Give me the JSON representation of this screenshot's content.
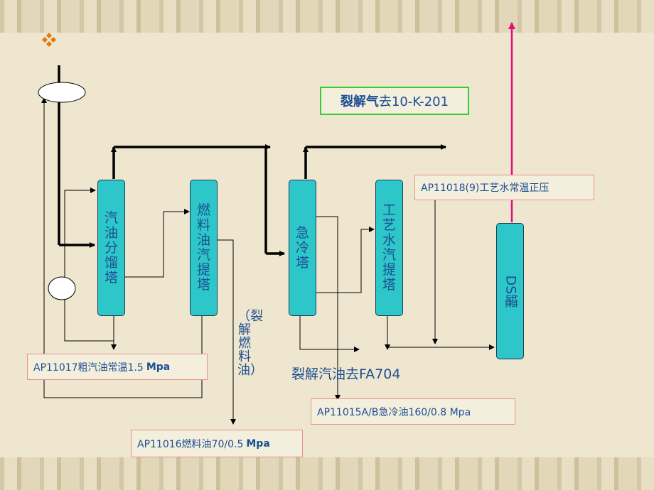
{
  "bullet_icon": "diamond-cluster-icon",
  "colors": {
    "vessel_fill": "#2ec7c9",
    "line": "#000000",
    "gas_line": "#e0107a",
    "label_text": "#1b4f93",
    "box_border": "#e79090",
    "green_border": "#33cc33"
  },
  "vessels": {
    "fractionator": "汽油分馏塔",
    "fuel_stripper": "燃料油汽提塔",
    "quench": "急冷塔",
    "water_stripper": "工艺水汽提塔",
    "ds_tank": "DS罐"
  },
  "labels": {
    "cracked_gas_prefix": "裂解气",
    "cracked_gas_suffix": "去10-K-201",
    "pump_ap11018": "AP11018(9)工艺水常温正压",
    "pump_ap11017_text": "AP11017粗汽油常温1.5",
    "pump_ap11017_unit": "Mpa",
    "pump_ap11015": "AP11015A/B急冷油160/0.8 Mpa",
    "pump_ap11016_text": "AP11016燃料油70/0.5",
    "pump_ap11016_unit": "Mpa",
    "cracked_gasoline": "裂解汽油去FA704",
    "cracked_fuel_oil": "（裂解燃料油）"
  }
}
